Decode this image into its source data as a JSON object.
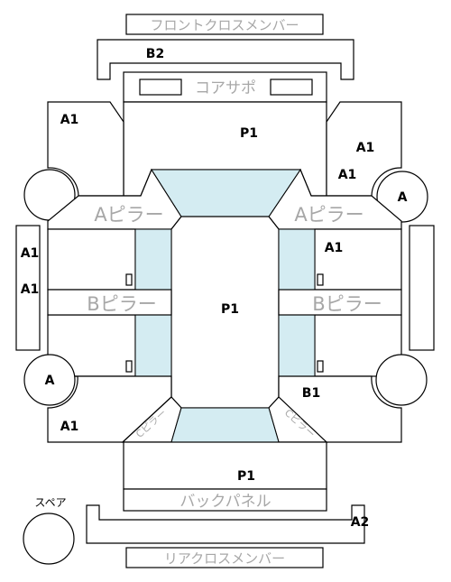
{
  "labels": {
    "front_cross_member": "フロントクロスメンバー",
    "b2": "B2",
    "core_support": "コアサポ",
    "a1_front_left": "A1",
    "p1_front": "P1",
    "a1_front_right_1": "A1",
    "a1_front_right_2": "A1",
    "a_front_right": "A",
    "a_pillar_left": "Aピラー",
    "a_pillar_right": "Aピラー",
    "a1_side_left_1": "A1",
    "a1_side_left_2": "A1",
    "a1_side_right": "A1",
    "p1_roof": "P1",
    "b_pillar_left": "Bピラー",
    "b_pillar_right": "Bピラー",
    "a_rear_left": "A",
    "b1": "B1",
    "a1_rear_left": "A1",
    "c_pillar_left": "Cピラー",
    "c_pillar_right": "Cピラー",
    "p1_rear": "P1",
    "back_panel": "バックパネル",
    "spare": "スペア",
    "a2": "A2",
    "rear_cross_member": "リアクロスメンバー"
  },
  "colors": {
    "glass": "#d4ecf2",
    "outline": "#000000",
    "label_gray": "#a7a7a7"
  }
}
